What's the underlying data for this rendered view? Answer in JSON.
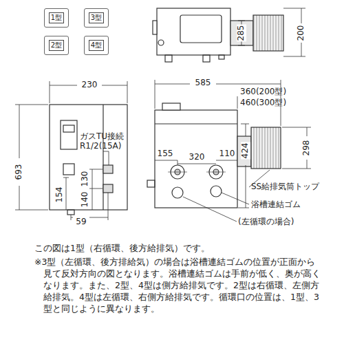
{
  "diagram": {
    "nodes": [
      {
        "text": [
          "1型"
        ]
      },
      {
        "text": [
          "3型"
        ]
      },
      {
        "text": [
          "2型"
        ]
      },
      {
        "text": [
          "4型"
        ]
      }
    ],
    "labels": [
      "285",
      "200",
      "230",
      "585",
      "360(200型)",
      "460(300型)",
      "693",
      "ガスTU接続 R1/2(15A)",
      "424",
      "298",
      "155",
      "320",
      "110",
      "154",
      "140",
      "130",
      "59",
      "SS給排気筒トップ",
      "浴槽連結ゴム",
      "(左循環の場合)",
      "この図は1型（右循環、後方給排気）です。",
      "※3型（左循環、後方排給気）の場合は浴槽連結ゴムの位置が正面から見て反対方向の図となります。浴槽連結ゴムは手前が低く、奥が高くなります。また、2型、4型は側方給排気です。2型は右循環、左側方給排気。4型は左循環、右側方給排気です。循環口の位置は、1型、3型と同じように異なります。"
    ]
  }
}
